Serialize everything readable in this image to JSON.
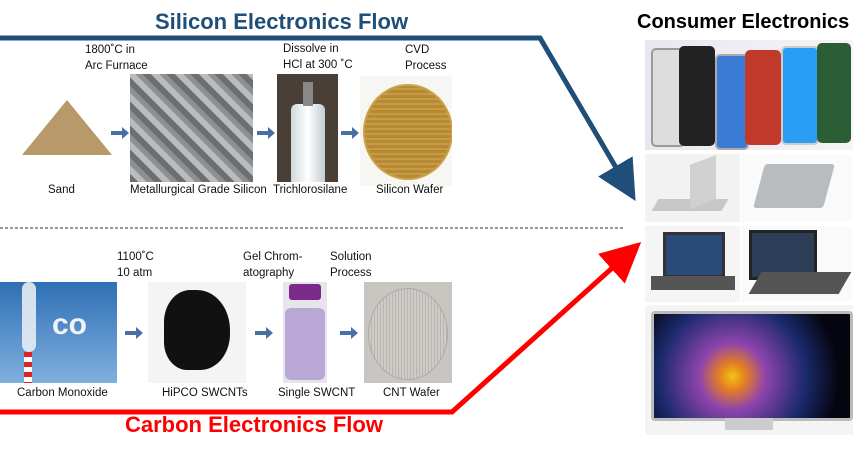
{
  "silicon": {
    "title": "Silicon Electronics Flow",
    "color": "#1f4e79",
    "steps": [
      "1800˚C in\nArc Furnace",
      "Dissolve in\nHCl at 300 ˚C",
      "CVD\nProcess"
    ],
    "materials": [
      "Sand",
      "Metallurgical Grade Silicon",
      "Trichlorosilane",
      "Silicon Wafer"
    ]
  },
  "carbon": {
    "title": "Carbon Electronics Flow",
    "color": "#ff0000",
    "steps": [
      "1100˚C\n10 atm",
      "Gel Chrom-\natography",
      "Solution\nProcess"
    ],
    "materials": [
      "Carbon Monoxide",
      "HiPCO SWCNTs",
      "Single SWCNT",
      "CNT Wafer"
    ]
  },
  "consumer": {
    "title": "Consumer Electronics"
  }
}
